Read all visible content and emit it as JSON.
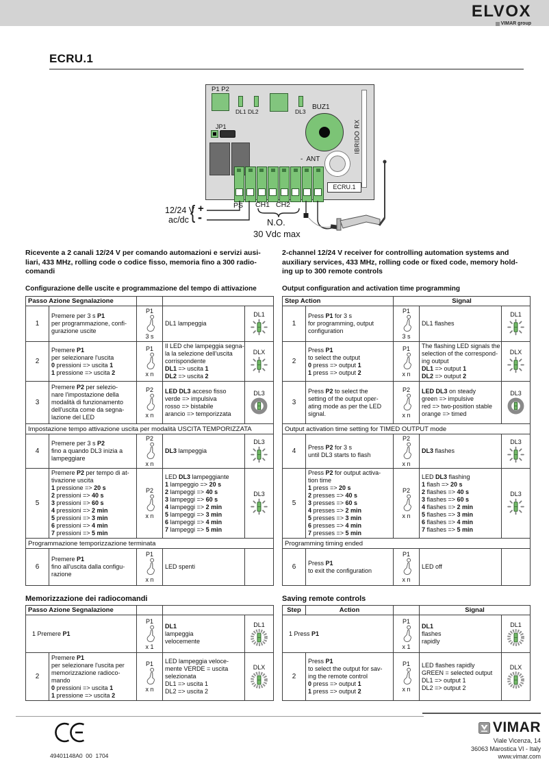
{
  "colors": {
    "header_bar": "#d3d3d3",
    "pcb_gray": "#dadada",
    "component_green": "#82c57e",
    "led_green": "#74bb68",
    "table_border": "#3c3c3c"
  },
  "icons": {
    "press": "hand-press-button-icon",
    "led_flash": "led-flashing-icon",
    "led_steady": "led-steady-icon",
    "led_fast": "led-fast-flashing-icon",
    "antenna": "antenna-icon",
    "ce": "ce-mark-icon",
    "vimar_logo": "vimar-logo-icon"
  },
  "header": {
    "brand": "ELVOX",
    "brand_group": "VIMAR group"
  },
  "page_title": "ECRU.1",
  "diagram": {
    "p1p2": "P1 P2",
    "dl1_dl2": "DL1 DL2",
    "dl3": "DL3",
    "buz1": "BUZ1",
    "jp1": "JP1",
    "ibrido": "IBRIDO RX",
    "ant": "-  ANT",
    "model_box": "ECRU.1",
    "ps": "PS",
    "ch1": "CH1",
    "ch2": "CH2",
    "supply_v": "12/24 V",
    "supply_acdc": "ac/dc",
    "plus": "+",
    "minus": "-",
    "no_label": "N.O.",
    "vdc_max": "30 Vdc max"
  },
  "intro_it": [
    "Ricevente a 2 canali 12/24 V per comando automazioni e servizi ausi-",
    "liari, 433 MHz, rolling code o codice fisso, memoria fino a 300 radio-",
    "comandi"
  ],
  "intro_en": [
    "2-channel 12/24 V receiver for controlling automation systems and",
    "auxiliary services, 433 MHz, rolling code or fixed code, memory hold-",
    "ing up to 300 remote controls"
  ],
  "sec_it_top": "Configurazione delle uscite e programmazione del tempo di attivazione",
  "sec_en_top": "Output configuration and activation time programming",
  "sec_it_mem": "Memorizzazione dei radiocomandi",
  "sec_en_mem": "Saving remote controls",
  "t1": {
    "header": "Passo Azione Segnalazione",
    "span1": "Impostazione tempo attivazione uscita per modalità USCITA TEMPORIZZATA",
    "span2": "Programmazione temporizzazione terminata",
    "rows": [
      {
        "step": "1",
        "action": [
          "Premere per 3 s **P1**",
          "per programmazione, confi-",
          "gurazione uscite"
        ],
        "btn": "P1",
        "press": "3 s",
        "signal": [
          "DL1 lampeggia"
        ],
        "led": "DL1"
      },
      {
        "step": "2",
        "action": [
          "Premere **P1**",
          "per selezionare l'uscita",
          "**0** pressioni => uscita **1**",
          "**1** pressione => uscita **2**"
        ],
        "btn": "P1",
        "press": "x n",
        "signal": [
          "Il LED che lampeggia segna-",
          "la la selezione dell'uscita",
          "corrispondente",
          "**DL1** => uscita **1**",
          "**DL2** => uscita **2**"
        ],
        "led": "DLX"
      },
      {
        "step": "3",
        "action": [
          "Premere **P2** per selezio-",
          "nare l'impostazione della",
          "modalità di funzionamento",
          "dell'uscita come da segna-",
          "lazione del LED"
        ],
        "btn": "P2",
        "press": "x n",
        "signal": [
          "**LED DL3** acceso fisso",
          "verde => impulsiva",
          "rosso => bistabile",
          "arancio => temporizzata"
        ],
        "led": "DL3"
      },
      {
        "step": "4",
        "action": [
          "Premere per 3 s **P2**",
          "fino a quando DL3 inizia a",
          "lampeggiare"
        ],
        "btn": "P2",
        "press": "x n",
        "signal": [
          "**DL3** lampeggia"
        ],
        "led": "DL3"
      },
      {
        "step": "5",
        "action": [
          "Premere **P2** per tempo di at-",
          "tivazione uscita",
          "**1** pressione => **20 s**",
          "**2** pressioni => **40 s**",
          "**3** pressioni => **60 s**",
          "**4** pressioni => **2 min**",
          "**5** pressioni => **3 min**",
          "**6** pressioni => **4 min**",
          "**7** pressioni => **5 min**"
        ],
        "btn": "P2",
        "press": "x n",
        "signal": [
          "LED **DL3** lampeggiante",
          "**1** lampeggio => **20 s**",
          "**2** lampeggi => **40 s**",
          "**3** lampeggi => **60 s**",
          "**4** lampeggi => **2 min**",
          "**5** lampeggi => **3 min**",
          "**6** lampeggi => **4 min**",
          "**7** lampeggi => **5 min**"
        ],
        "led": "DL3"
      },
      {
        "step": "6",
        "action": [
          "Premere **P1**",
          "fino all'uscita dalla configu-",
          "razione"
        ],
        "btn": "P1",
        "press": "x n",
        "signal": [
          "LED spenti"
        ],
        "led": ""
      }
    ]
  },
  "t2": {
    "header_left": "Step Action",
    "header_signal": "Signal",
    "span1": "Output activation time setting for TIMED OUTPUT mode",
    "span2": "Programming timing ended",
    "rows": [
      {
        "step": "1",
        "action": [
          "Press **P1** for 3 s",
          "for programming, output",
          "configuration"
        ],
        "btn": "P1",
        "press": "3 s",
        "signal": [
          "DL1 flashes"
        ],
        "led": "DL1"
      },
      {
        "step": "2",
        "action": [
          "Press **P1**",
          "to select the output",
          "**0** press => output **1**",
          "**1** press => output **2**"
        ],
        "btn": "P1",
        "press": "x n",
        "signal": [
          "The flashing LED signals the",
          "selection of the correspond-",
          "ing output",
          "**DL1** => output **1**",
          "**DL2** => output **2**"
        ],
        "led": "DLX"
      },
      {
        "step": "3",
        "action": [
          "Press **P2** to select the",
          "setting of the output oper-",
          "ating mode as per the LED",
          "signal."
        ],
        "btn": "P2",
        "press": "x n",
        "signal": [
          "**LED DL3** on steady",
          "green => impulsive",
          "red => two-position stable",
          "orange => timed"
        ],
        "led": "DL3"
      },
      {
        "step": "4",
        "action": [
          "Press **P2** for 3 s",
          "until DL3 starts to flash"
        ],
        "btn": "P2",
        "press": "x n",
        "signal": [
          "**DL3** flashes"
        ],
        "led": "DL3"
      },
      {
        "step": "5",
        "action": [
          "Press **P2** for output activa-",
          "tion time",
          "**1** press => **20 s**",
          "**2** presses => **40 s**",
          "**3** presses => **60 s**",
          "**4** presses => **2 min**",
          "**5** presses => **3 min**",
          "**6** presses => **4 min**",
          "**7** presses => **5 min**"
        ],
        "btn": "P2",
        "press": "x n",
        "signal": [
          "LED **DL3** flashing",
          "**1** flash => **20 s**",
          "**2** flashes => **40 s**",
          "**3** flashes => **60 s**",
          "**4** flashes => **2 min**",
          "**5** flashes => **3 min**",
          "**6** flashes => **4 min**",
          "**7** flashes => **5 min**"
        ],
        "led": "DL3"
      },
      {
        "step": "6",
        "action": [
          "Press **P1**",
          "to exit the configuration"
        ],
        "btn": "P1",
        "press": "x n",
        "signal": [
          "LED off"
        ],
        "led": ""
      }
    ]
  },
  "t3": {
    "header": "Passo Azione Segnalazione",
    "rows": [
      {
        "step": "",
        "action": [
          "1 Premere **P1**"
        ],
        "btn": "P1",
        "press": "x 1",
        "signal": [
          "**DL1**",
          "lampeggia",
          "velocemente"
        ],
        "led": "DL1"
      },
      {
        "step": "2",
        "action": [
          "Premere **P1**",
          "per selezionare l'uscita per",
          "memorizzazione radioco-",
          "mando",
          "**0** pressioni => uscita **1**",
          "**1** pressione => uscita **2**"
        ],
        "btn": "P1",
        "press": "x n",
        "signal": [
          "LED lampeggia veloce-",
          "mente VERDE = uscita",
          "selezionata",
          "DL1 => uscita 1",
          "DL2 => uscita 2"
        ],
        "led": "DLX"
      }
    ]
  },
  "t4": {
    "header_step": "Step",
    "header_action": "Action",
    "header_signal": "Signal",
    "rows": [
      {
        "step": "",
        "action": [
          "1 Press **P1**"
        ],
        "btn": "P1",
        "press": "x 1",
        "signal": [
          "**DL1**",
          "flashes",
          "rapidly"
        ],
        "led": "DL1"
      },
      {
        "step": "2",
        "action": [
          "Press **P1**",
          "to select the output for sav-",
          "ing the remote control",
          "**0** press => output **1**",
          "**1** press => output **2**"
        ],
        "btn": "P1",
        "press": "x n",
        "signal": [
          "LED flashes rapidly",
          "GREEN = selected output",
          "DL1 => output 1",
          "DL2 => output 2"
        ],
        "led": "DLX"
      }
    ]
  },
  "footer": {
    "ce": "CE",
    "code": "49401148A0  00  1704",
    "vimar": "VIMAR",
    "addr1": "Viale Vicenza, 14",
    "addr2": "36063 Marostica VI - Italy",
    "addr3": "www.vimar.com"
  }
}
